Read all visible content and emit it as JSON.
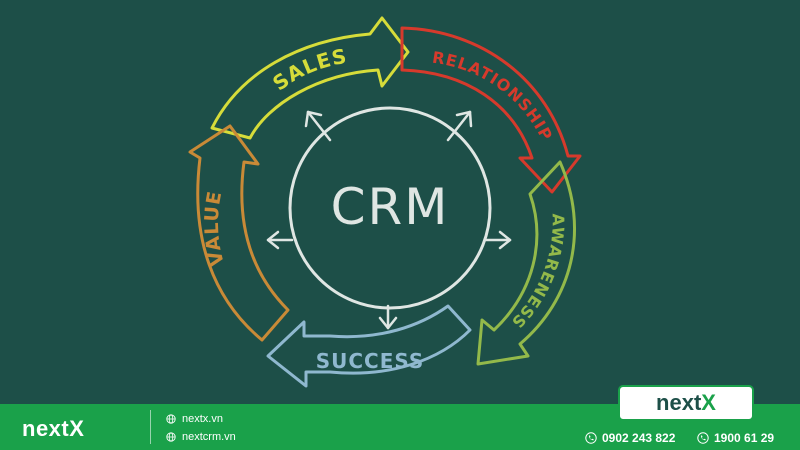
{
  "diagram": {
    "center_label": "CRM",
    "segments": {
      "sales": "SALES",
      "relationship": "RELATIONSHIP",
      "awareness": "AWARENESS",
      "success": "SUCCESS",
      "value": "VALUE"
    },
    "colors": {
      "board": "#1d4f48",
      "sales": "#d6dc3a",
      "relationship": "#d63a2c",
      "awareness": "#93b94a",
      "success": "#8fb8cf",
      "value": "#c98a37",
      "chalk": "#dfe6e3"
    }
  },
  "footer": {
    "brand": "next",
    "brand_x": "X",
    "websites": [
      "nextx.vn",
      "nextcrm.vn"
    ],
    "phones": [
      "0902 243 822",
      "1900 61 29"
    ],
    "badge_brand": "next",
    "badge_x": "X",
    "colors": {
      "bar": "#1aa14a",
      "text": "#ffffff"
    }
  }
}
